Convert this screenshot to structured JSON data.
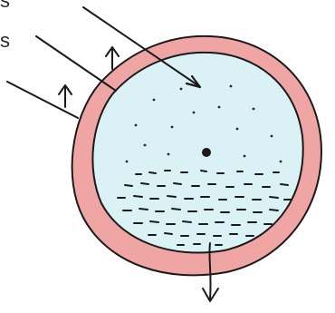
{
  "labels": {
    "top": "s",
    "upper": "s"
  },
  "colors": {
    "outer_ring": "#f0a5a5",
    "inner_fluid": "#daf2f6",
    "ink": "#1a1a1a"
  },
  "icons": [
    "incoming-ray-arrow",
    "reflected-ray-arrow",
    "exit-arrow",
    "center-dot"
  ]
}
